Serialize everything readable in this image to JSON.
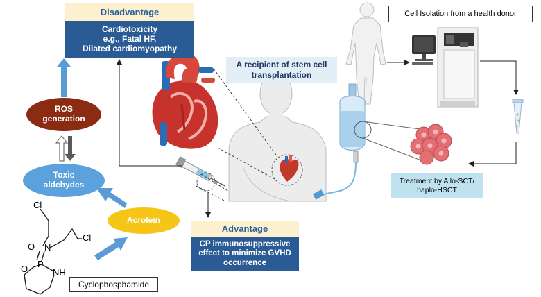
{
  "disadvantage": {
    "title": "Disadvantage",
    "lines": [
      "Cardiotoxicity",
      "e.g., Fatal HF,",
      "Dilated cardiomyopathy"
    ]
  },
  "advantage": {
    "title": "Advantage",
    "lines": [
      "CP immunosuppressive",
      "effect to minimize GVHD",
      "occurrence"
    ]
  },
  "recipient": {
    "lines": [
      "A recipient of stem cell",
      "transplantation"
    ]
  },
  "ros": {
    "lines": [
      "ROS",
      "generation"
    ]
  },
  "aldehydes": {
    "lines": [
      "Toxic",
      "aldehydes"
    ]
  },
  "acrolein": {
    "label": "Acrolein"
  },
  "cyclophosphamide": {
    "label": "Cyclophosphamide",
    "atoms": {
      "cl1": "Cl",
      "cl2": "Cl",
      "n": "N",
      "o_double": "O",
      "p": "P",
      "o_ring": "O",
      "nh": "NH"
    }
  },
  "cell_isolation": {
    "label": "Cell Isolation from a health donor"
  },
  "treatment": {
    "lines": [
      "Treatment by Allo-SCT/",
      "haplo-HSCT"
    ]
  },
  "colors": {
    "box_header": "#fdf0cf",
    "box_body": "#2b5b94",
    "ros": "#8b2b12",
    "aldehydes": "#5ba2dc",
    "acrolein": "#f5c518",
    "treatment": "#bfe3ee",
    "arrow": "#5a9bd5"
  }
}
